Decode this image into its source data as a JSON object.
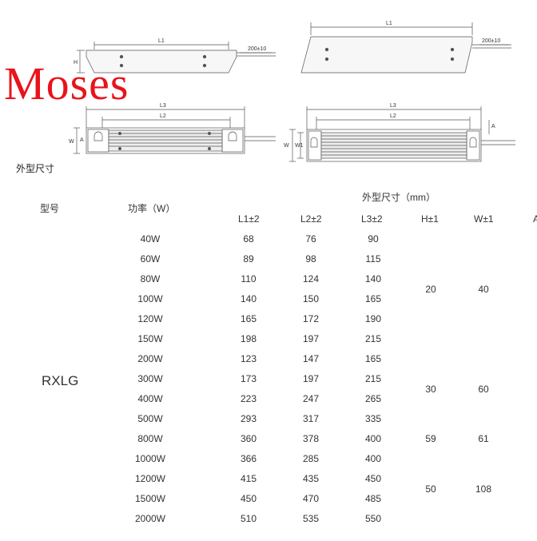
{
  "logo_text": "Moses",
  "caption": "外型尺寸",
  "drawing_labels": {
    "l1": "L1",
    "l2": "L2",
    "l3": "L3",
    "h": "H",
    "w": "W",
    "w1": "W1",
    "a": "A",
    "lead": "200±10"
  },
  "headers": {
    "model": "型号",
    "power": "功率（W）",
    "dimensions": "外型尺寸（mm）",
    "l1": "L1±2",
    "l2": "L2±2",
    "l3": "L3±2",
    "h": "H±1",
    "w": "W±1",
    "a_partial": "A"
  },
  "model_name": "RXLG",
  "rows": [
    {
      "power": "40W",
      "l1": "68",
      "l2": "76",
      "l3": "90"
    },
    {
      "power": "60W",
      "l1": "89",
      "l2": "98",
      "l3": "115"
    },
    {
      "power": "80W",
      "l1": "110",
      "l2": "124",
      "l3": "140"
    },
    {
      "power": "100W",
      "l1": "140",
      "l2": "150",
      "l3": "165"
    },
    {
      "power": "120W",
      "l1": "165",
      "l2": "172",
      "l3": "190"
    },
    {
      "power": "150W",
      "l1": "198",
      "l2": "197",
      "l3": "215"
    },
    {
      "power": "200W",
      "l1": "123",
      "l2": "147",
      "l3": "165"
    },
    {
      "power": "300W",
      "l1": "173",
      "l2": "197",
      "l3": "215"
    },
    {
      "power": "400W",
      "l1": "223",
      "l2": "247",
      "l3": "265"
    },
    {
      "power": "500W",
      "l1": "293",
      "l2": "317",
      "l3": "335"
    },
    {
      "power": "800W",
      "l1": "360",
      "l2": "378",
      "l3": "400"
    },
    {
      "power": "1000W",
      "l1": "366",
      "l2": "285",
      "l3": "400"
    },
    {
      "power": "1200W",
      "l1": "415",
      "l2": "435",
      "l3": "450"
    },
    {
      "power": "1500W",
      "l1": "450",
      "l2": "470",
      "l3": "485"
    },
    {
      "power": "2000W",
      "l1": "510",
      "l2": "535",
      "l3": "550"
    }
  ],
  "groups": [
    {
      "first": 0,
      "last": 5,
      "h": "20",
      "w": "40"
    },
    {
      "first": 6,
      "last": 9,
      "h": "30",
      "w": "60"
    },
    {
      "first": 10,
      "last": 10,
      "h": "59",
      "w": "61"
    },
    {
      "first": 11,
      "last": 14,
      "h": "50",
      "w": "108"
    }
  ],
  "colors": {
    "logo": "#e8141b",
    "ink": "#333333"
  }
}
